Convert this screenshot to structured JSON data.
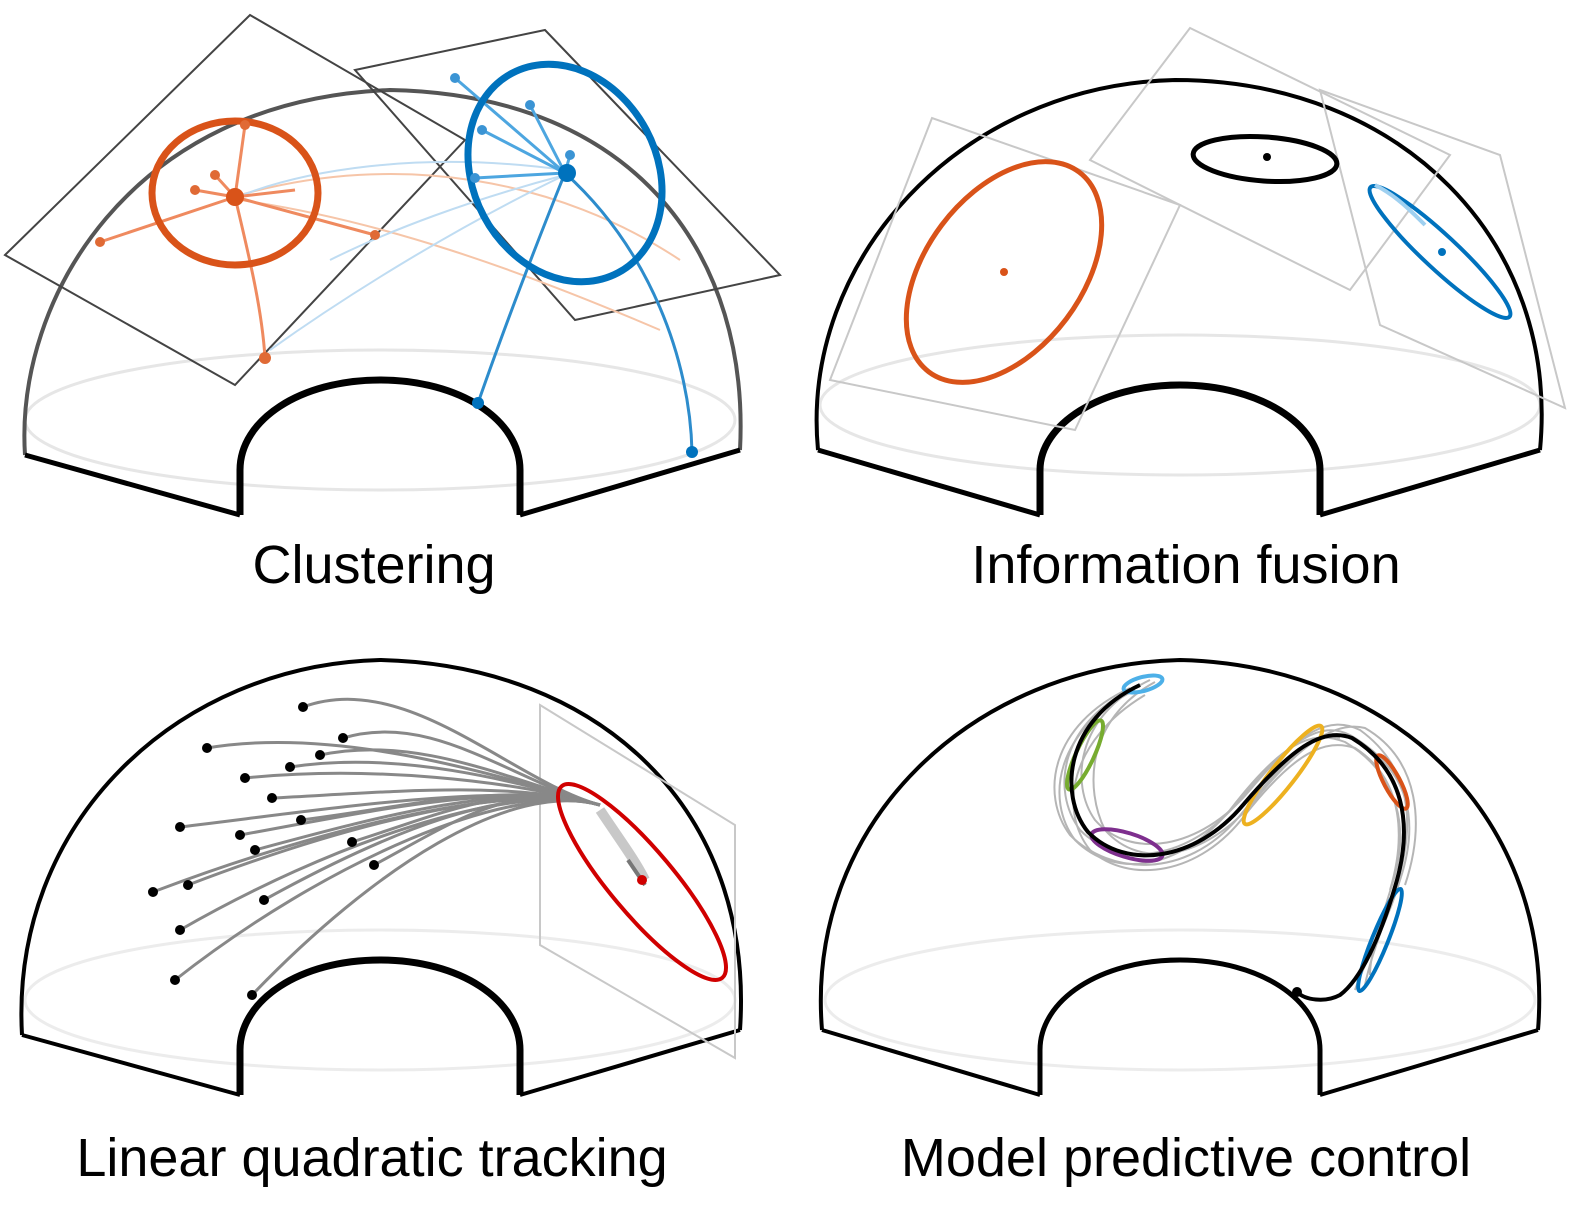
{
  "panels": [
    {
      "id": "clustering",
      "caption": "Clustering"
    },
    {
      "id": "information-fusion",
      "caption": "Information fusion"
    },
    {
      "id": "linear-quadratic-tracking",
      "caption": "Linear quadratic tracking"
    },
    {
      "id": "model-predictive-control",
      "caption": "Model predictive control"
    }
  ],
  "colors": {
    "orange": "#d95319",
    "blue": "#0072bd",
    "light_blue": "#4db0e8",
    "black": "#000000",
    "red": "#d00000",
    "gray": "#808080",
    "green": "#77ac30",
    "yellow": "#edb120",
    "purple": "#7e2f8e"
  }
}
